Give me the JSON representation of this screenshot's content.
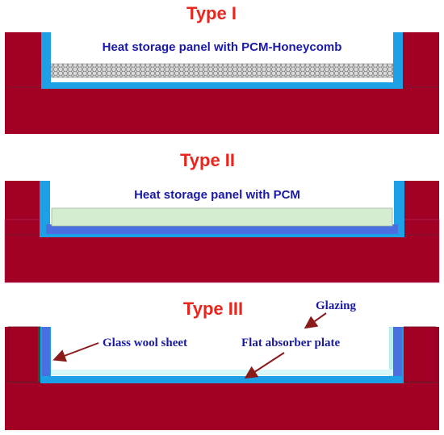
{
  "colors": {
    "wall": "#a30025",
    "wall_edge": "#7a1a2a",
    "frame_blue": "#1ea0e6",
    "inner_blue": "#4a6fe0",
    "pcm_green": "#d4ecd0",
    "title_red": "#e8261e",
    "label_navy": "#1a1aa6",
    "arrow_brown": "#8b1a1a"
  },
  "type1": {
    "title": "Type I",
    "panel_label": "Heat storage panel with PCM-Honeycomb"
  },
  "type2": {
    "title": "Type II",
    "panel_label": "Heat storage panel with PCM"
  },
  "type3": {
    "title": "Type III",
    "callouts": {
      "glazing": "Glazing",
      "glass_wool": "Glass wool sheet",
      "absorber": "Flat absorber plate"
    }
  }
}
